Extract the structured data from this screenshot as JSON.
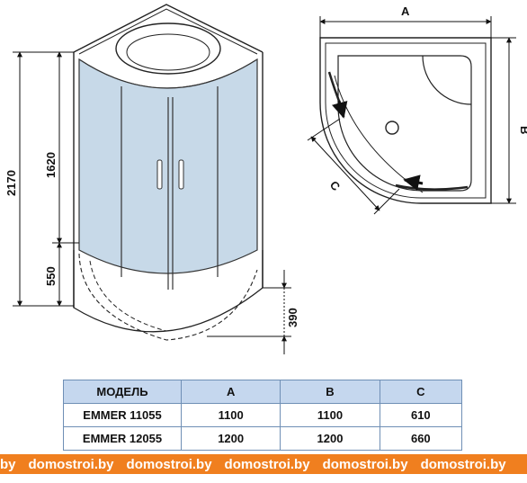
{
  "dimensions": {
    "width_label": "A",
    "depth_label": "B",
    "door_label": "C",
    "total_height": "2170",
    "cabin_height": "1620",
    "tray_height": "550",
    "tray_depth": "390"
  },
  "table": {
    "headers": [
      "МОДЕЛЬ",
      "A",
      "B",
      "C"
    ],
    "rows": [
      [
        "EMMER 11055",
        "1100",
        "1100",
        "610"
      ],
      [
        "EMMER 12055",
        "1200",
        "1200",
        "660"
      ]
    ]
  },
  "watermark": {
    "text": "domostroi.by",
    "prefix": "by",
    "repeat": [
      "domostroi.by",
      "domostroi.by",
      "domostroi.by",
      "domostroi.by",
      "domostroi.by"
    ]
  },
  "colors": {
    "glass": "#c7d9e8",
    "line": "#222222",
    "table_header": "#c5d7ee",
    "watermark_bg": "#f07f1f"
  }
}
